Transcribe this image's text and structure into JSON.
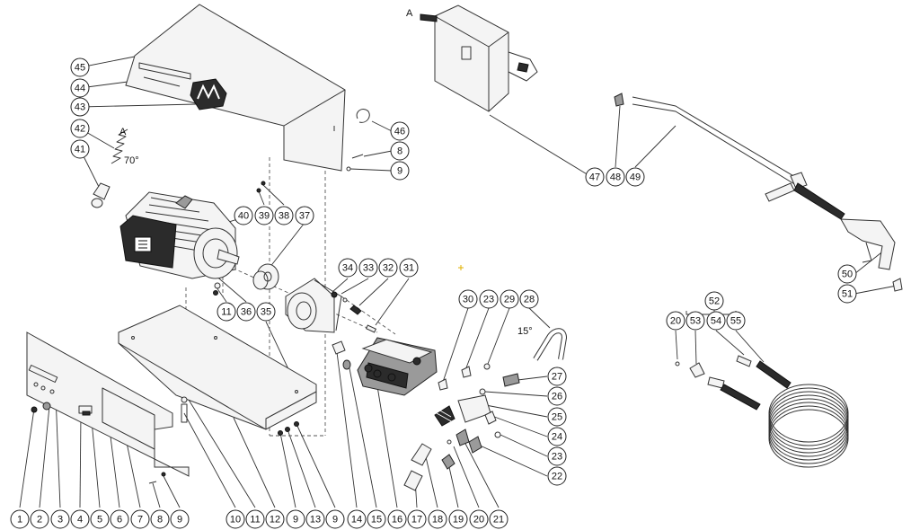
{
  "callouts": [
    "1",
    "2",
    "3",
    "4",
    "5",
    "6",
    "7",
    "8",
    "9",
    "10",
    "11",
    "12",
    "9",
    "13",
    "9",
    "14",
    "15",
    "16",
    "17",
    "18",
    "19",
    "20",
    "21",
    "22",
    "23",
    "24",
    "25",
    "26",
    "27",
    "28",
    "29",
    "23",
    "30",
    "31",
    "32",
    "33",
    "34",
    "35",
    "36",
    "11",
    "37",
    "38",
    "39",
    "40",
    "41",
    "42",
    "43",
    "44",
    "45",
    "46",
    "8",
    "9",
    "47",
    "48",
    "49",
    "50",
    "51",
    "52",
    "20",
    "53",
    "54",
    "55"
  ],
  "notes": {
    "angle_70": "70°",
    "angle_15": "15°",
    "ref_a_spring": "A",
    "ref_a_box": "A"
  },
  "colors": {
    "line": "#333333",
    "background": "#ffffff",
    "marker": "#e0b000"
  }
}
